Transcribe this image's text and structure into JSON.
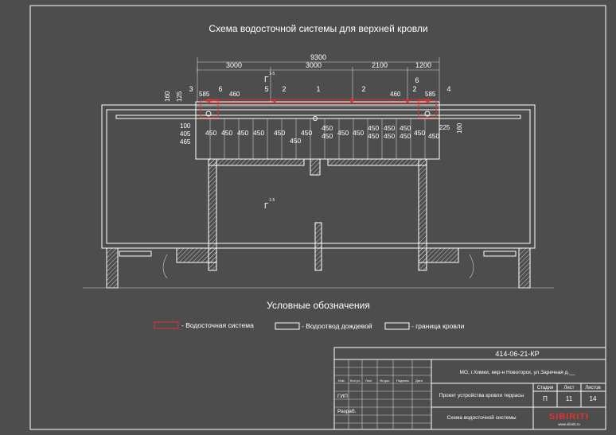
{
  "title": "Схема водосточной системы для верхней кровли",
  "dimensions": {
    "total": "9300",
    "lower": [
      "3000",
      "3000",
      "2100",
      "1200"
    ],
    "left_vertical": [
      "160",
      "125"
    ],
    "right_vertical": "160",
    "small_left": "585",
    "small_right": "585",
    "left_460": "460",
    "right_460": "460",
    "left_stack": [
      "100",
      "405",
      "465"
    ],
    "right_225": "225",
    "row_450": [
      "450",
      "450",
      "450",
      "450",
      "450",
      "450",
      "450",
      "450",
      "450",
      "450",
      "450",
      "450",
      "450",
      "450",
      "450",
      "450",
      "450",
      "450",
      "450"
    ]
  },
  "callouts": [
    "3",
    "6",
    "5",
    "2",
    "1",
    "2",
    "2",
    "6",
    "4"
  ],
  "section_mark": "Г",
  "section_num": "1-5",
  "legend": {
    "heading": "Условные обозначения",
    "items": [
      {
        "label": "- Водосточная система"
      },
      {
        "label": "- Водоотвод дождевой"
      },
      {
        "label": "- граница кровли"
      }
    ]
  },
  "stamp": {
    "code": "414-06-21-КР",
    "address": "МО, г.Химки, мкр-н Новогорск, ул.Заречная д.__",
    "col_headers": [
      "Изм.",
      "Кол.уч.",
      "Лист",
      "№ док.",
      "Подпись",
      "Дата"
    ],
    "rows": [
      "ГИП",
      "Разраб."
    ],
    "project": "Проект устройства кровли террасы",
    "sheet_name": "Схема водосточной системы",
    "stage_label": "Стадия",
    "sheet_label": "Лист",
    "sheets_label": "Листов",
    "stage": "П",
    "sheet": "11",
    "sheets": "14",
    "brand": "SIBIRITI",
    "brand_sub": "www.sibiriti.ru",
    "brand_color": "#e0322e"
  }
}
